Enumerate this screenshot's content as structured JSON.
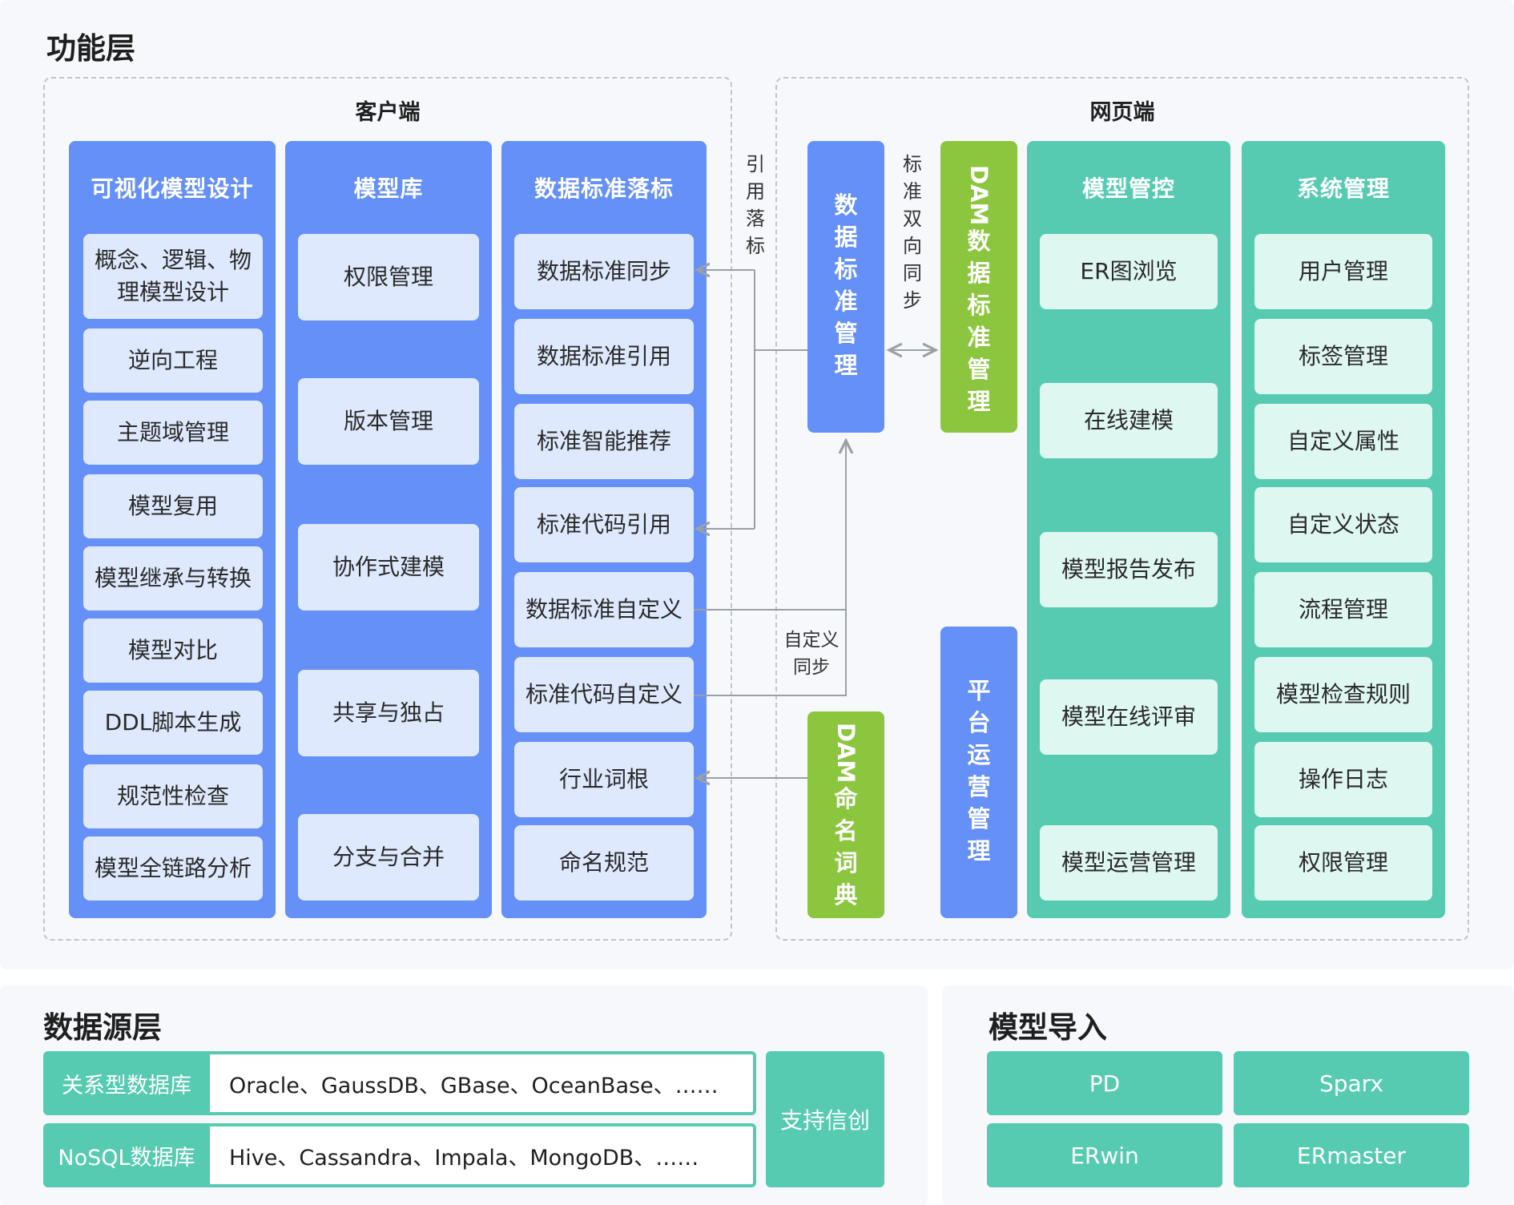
{
  "function_layer": {
    "title": "功能层",
    "client": {
      "title": "客户端",
      "columns": [
        {
          "title": "可视化模型设计",
          "items": [
            "概念、逻辑、物理模型设计",
            "逆向工程",
            "主题域管理",
            "模型复用",
            "模型继承与转换",
            "模型对比",
            "DDL脚本生成",
            "规范性检查",
            "模型全链路分析"
          ]
        },
        {
          "title": "模型库",
          "items": [
            "权限管理",
            "版本管理",
            "协作式建模",
            "共享与独占",
            "分支与合并"
          ]
        },
        {
          "title": "数据标准落标",
          "items": [
            "数据标准同步",
            "数据标准引用",
            "标准智能推荐",
            "标准代码引用",
            "数据标准自定义",
            "标准代码自定义",
            "行业词根",
            "命名规范"
          ]
        }
      ]
    },
    "connectors": {
      "ref_label": [
        "引",
        "用",
        "落",
        "标"
      ],
      "custom_sync_label": [
        "自定义",
        "同步"
      ],
      "bidirectional_label": [
        "标",
        "准",
        "双",
        "向",
        "同",
        "步"
      ]
    },
    "web": {
      "title": "网页端",
      "data_std_mgmt": [
        "数",
        "据",
        "标",
        "准",
        "管",
        "理"
      ],
      "dam_std_mgmt": {
        "latin": "DAM",
        "chars": [
          "数",
          "据",
          "标",
          "准",
          "管",
          "理"
        ]
      },
      "dam_naming_dict": {
        "latin": "DAM",
        "chars": [
          "命",
          "名",
          "词",
          "典"
        ]
      },
      "platform_ops": [
        "平",
        "台",
        "运",
        "营",
        "管",
        "理"
      ],
      "columns": [
        {
          "title": "模型管控",
          "items": [
            "ER图浏览",
            "在线建模",
            "模型报告发布",
            "模型在线评审",
            "模型运营管理"
          ]
        },
        {
          "title": "系统管理",
          "items": [
            "用户管理",
            "标签管理",
            "自定义属性",
            "自定义状态",
            "流程管理",
            "模型检查规则",
            "操作日志",
            "权限管理"
          ]
        }
      ]
    }
  },
  "data_source_layer": {
    "title": "数据源层",
    "rows": [
      {
        "label": "关系型数据库",
        "value": "Oracle、GaussDB、GBase、OceanBase、……"
      },
      {
        "label": "NoSQL数据库",
        "value": "Hive、Cassandra、Impala、MongoDB、……"
      }
    ],
    "xinchuang": "支持信创"
  },
  "model_import": {
    "title": "模型导入",
    "items": [
      "PD",
      "Sparx",
      "ERwin",
      "ERmaster"
    ]
  },
  "colors": {
    "blue": "#6590f8",
    "teal": "#56cbb2",
    "green": "#8cc63f",
    "light_blue": "#dee9fd",
    "light_teal": "#dff7f1"
  }
}
